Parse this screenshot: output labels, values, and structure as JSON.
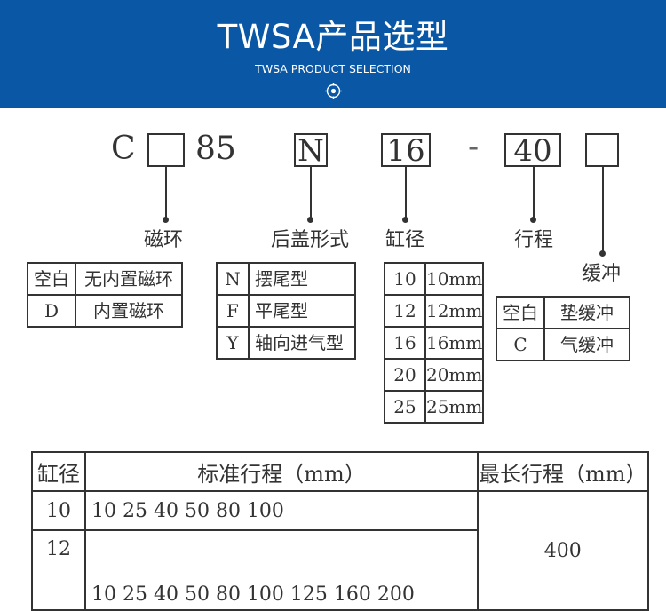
{
  "banner": {
    "title": "TWSA产品选型",
    "subtitle": "TWSA PRODUCT SELECTION",
    "icon": "compass-target-icon",
    "bg_color": "#0a57a5"
  },
  "model_code": {
    "prefix": "C",
    "bore_code": "85",
    "cover_code": "N",
    "bore_size": "16",
    "dash": "-",
    "stroke": "40"
  },
  "sections": {
    "magnet": {
      "title": "磁环",
      "rows": [
        {
          "code": "空白",
          "desc": "无内置磁环"
        },
        {
          "code": "D",
          "desc": "内置磁环"
        }
      ]
    },
    "cover": {
      "title": "后盖形式",
      "rows": [
        {
          "code": "N",
          "desc": "摆尾型"
        },
        {
          "code": "F",
          "desc": "平尾型"
        },
        {
          "code": "Y",
          "desc": "轴向进气型"
        }
      ]
    },
    "bore": {
      "title": "缸径",
      "rows": [
        {
          "code": "10",
          "desc": "10mm"
        },
        {
          "code": "12",
          "desc": "12mm"
        },
        {
          "code": "16",
          "desc": "16mm"
        },
        {
          "code": "20",
          "desc": "20mm"
        },
        {
          "code": "25",
          "desc": "25mm"
        }
      ]
    },
    "stroke": {
      "title": "行程"
    },
    "cushion": {
      "title": "缓冲",
      "rows": [
        {
          "code": "空白",
          "desc": "垫缓冲"
        },
        {
          "code": "C",
          "desc": "气缓冲"
        }
      ]
    }
  },
  "stroke_table": {
    "headers": [
      "缸径",
      "标准行程（mm）",
      "最长行程（mm）"
    ],
    "rows": [
      {
        "bore": "10",
        "strokes": "10 25 40 50 80 100"
      },
      {
        "bore": "12",
        "strokes": "10 25 40 50 80 100 125 160 200"
      }
    ],
    "max_stroke": "400"
  }
}
